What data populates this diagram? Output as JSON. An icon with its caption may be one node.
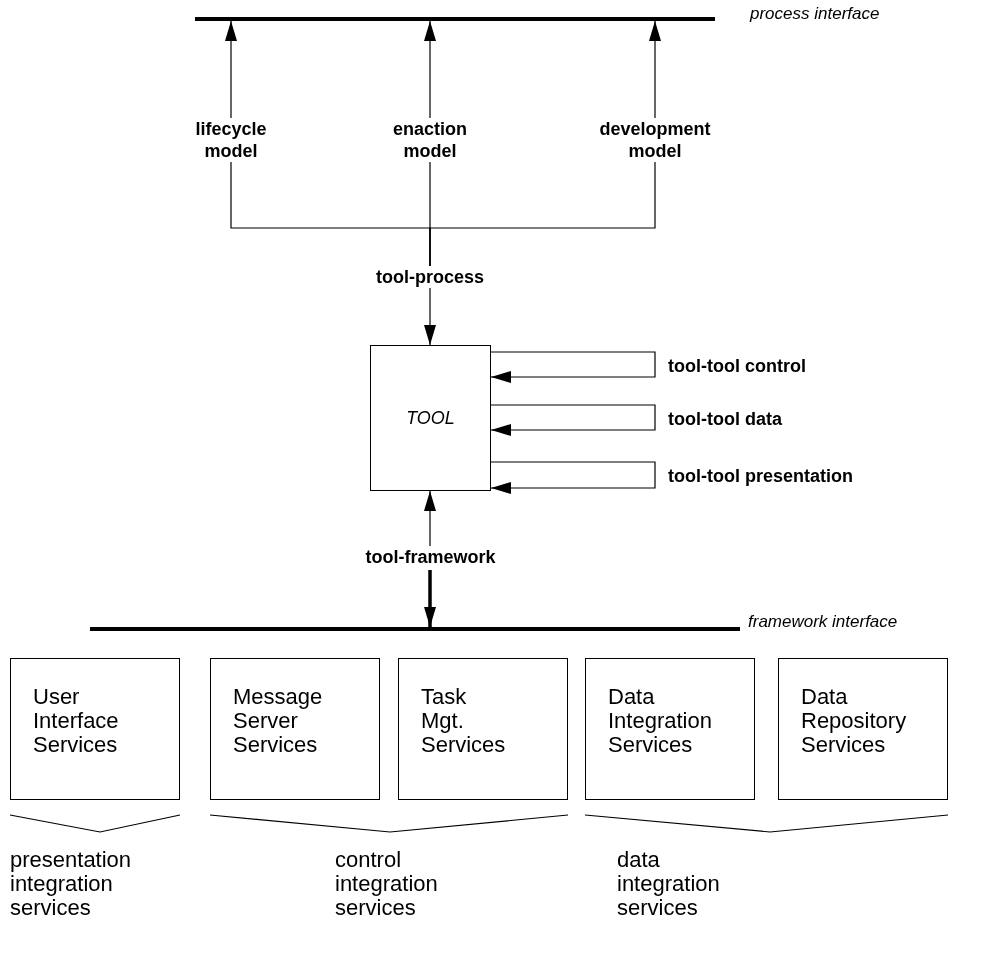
{
  "diagram": {
    "nodes": [
      {
        "text": [],
        "shape": "bar",
        "beside": [
          "process interface"
        ]
      },
      {
        "text": [
          "lifecycle model"
        ]
      },
      {
        "text": [
          "enaction model"
        ]
      },
      {
        "text": [
          "development model"
        ]
      },
      {
        "text": [
          "tool-process"
        ]
      },
      {
        "text": [
          "TOOL"
        ]
      },
      {
        "text": [
          "tool-framework"
        ]
      },
      {
        "text": [],
        "shape": "bar",
        "beside": [
          "framework interface"
        ]
      },
      {
        "text": [
          "User Interface Services"
        ]
      },
      {
        "text": [
          "Message Server Services"
        ]
      },
      {
        "text": [
          "Task Mgt. Services"
        ]
      },
      {
        "text": [
          "Data Integration Services"
        ]
      },
      {
        "text": [
          "Data Repository Services"
        ]
      }
    ],
    "edges": [
      {
        "from": 1,
        "to": 0,
        "arrow": "to"
      },
      {
        "from": 2,
        "to": 0,
        "arrow": "to"
      },
      {
        "from": 3,
        "to": 0,
        "arrow": "to"
      },
      {
        "from": 1,
        "to": 4,
        "arrow": "none"
      },
      {
        "from": 2,
        "to": 4,
        "arrow": "none"
      },
      {
        "from": 3,
        "to": 4,
        "arrow": "none"
      },
      {
        "from": 4,
        "to": 5,
        "arrow": "to"
      },
      {
        "from": 5,
        "to": 5,
        "arrow": "to",
        "label": "tool-tool control"
      },
      {
        "from": 5,
        "to": 5,
        "arrow": "to",
        "label": "tool-tool data"
      },
      {
        "from": 5,
        "to": 5,
        "arrow": "to",
        "label": "tool-tool presentation"
      },
      {
        "from": 6,
        "to": 5,
        "arrow": "to"
      },
      {
        "from": 6,
        "to": 7,
        "arrow": "to",
        "style": "thick"
      }
    ],
    "labels": [
      "presentation integration services",
      "control integration services",
      "data integration services"
    ]
  }
}
